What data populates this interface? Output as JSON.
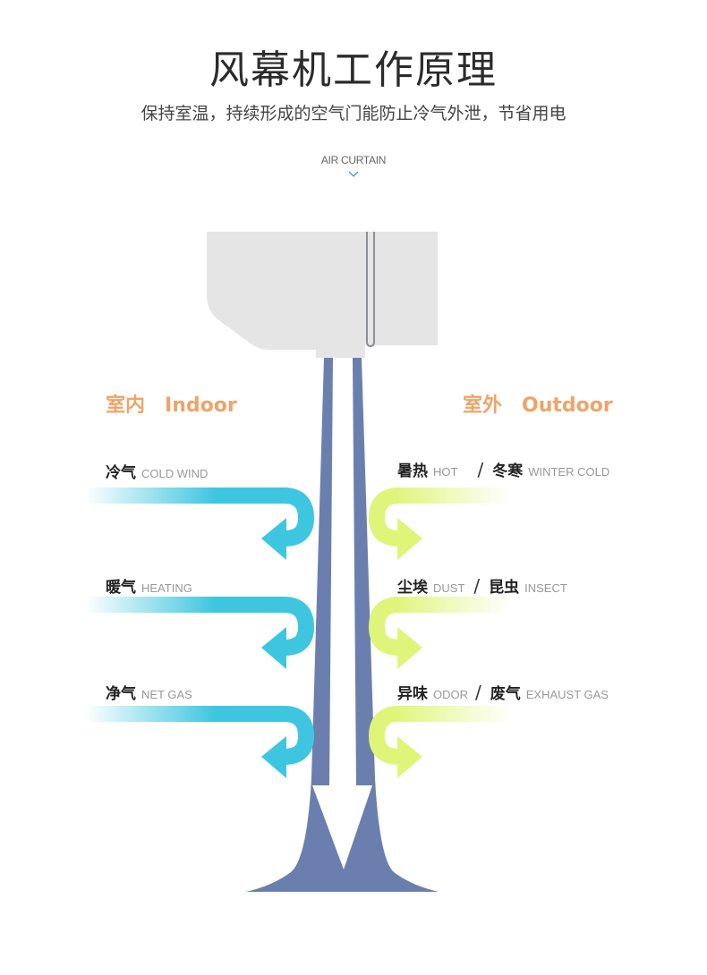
{
  "title": "风幕机工作原理",
  "subtitle": "保持室温，持续形成的空气门能防止冷气外泄，节省用电",
  "tag": "AIR CURTAIN",
  "indoor": {
    "cn": "室内",
    "en": "Indoor"
  },
  "outdoor": {
    "cn": "室外",
    "en": "Outdoor"
  },
  "left_items": [
    {
      "cn": "冷气",
      "en": "COLD WIND"
    },
    {
      "cn": "暖气",
      "en": "HEATING"
    },
    {
      "cn": "净气",
      "en": "NET GAS"
    }
  ],
  "right_items": [
    {
      "cn1": "暑热",
      "en1": "HOT",
      "sep": "/",
      "cn2": "冬寒",
      "en2": "WINTER COLD"
    },
    {
      "cn1": "尘埃",
      "en1": "DUST",
      "sep": "/",
      "cn2": "昆虫",
      "en2": "INSECT"
    },
    {
      "cn1": "异味",
      "en1": "ODOR",
      "sep": "/",
      "cn2": "废气",
      "en2": "EXHAUST GAS"
    }
  ],
  "colors": {
    "indoor_arrow": "#3ec6e0",
    "outdoor_arrow": "#dff57a",
    "curtain": "#6b7fae",
    "label_accent": "#f0a468",
    "unit": "#e5e5e5"
  }
}
